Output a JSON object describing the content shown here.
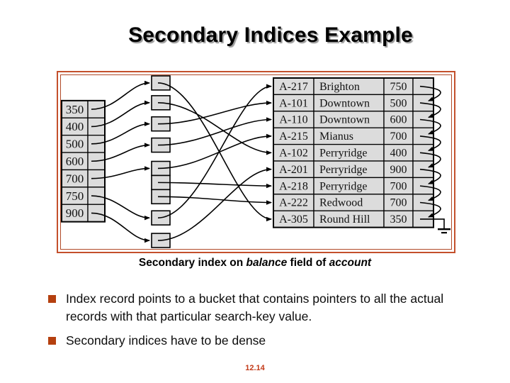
{
  "slide": {
    "title": "Secondary Indices Example",
    "caption": {
      "pre": "Secondary index on ",
      "em1": "balance",
      "mid": " field of ",
      "em2": "account"
    },
    "bullets": [
      "Index record points to a bucket that contains pointers to all the actual records with that particular search-key value.",
      "Secondary indices have to be dense"
    ],
    "slide_number": "12.14"
  },
  "colors": {
    "title": "#000000",
    "frame": "#c4502c",
    "frame-inner": "#b04a28",
    "bullet": "#b5400f",
    "footer": "#c23a18"
  },
  "diagram": {
    "index_entries": [
      "350",
      "400",
      "500",
      "600",
      "700",
      "750",
      "900"
    ],
    "buckets": [
      {
        "balance": "350",
        "targets": [
          "A-305"
        ]
      },
      {
        "balance": "400",
        "targets": [
          "A-102"
        ]
      },
      {
        "balance": "500",
        "targets": [
          "A-101"
        ]
      },
      {
        "balance": "600",
        "targets": [
          "A-110"
        ]
      },
      {
        "balance": "700",
        "targets": [
          "A-215",
          "A-218",
          "A-222"
        ]
      },
      {
        "balance": "750",
        "targets": [
          "A-217"
        ]
      },
      {
        "balance": "900",
        "targets": [
          "A-201"
        ]
      }
    ],
    "account_rows": [
      {
        "account": "A-217",
        "branch": "Brighton",
        "balance": "750"
      },
      {
        "account": "A-101",
        "branch": "Downtown",
        "balance": "500"
      },
      {
        "account": "A-110",
        "branch": "Downtown",
        "balance": "600"
      },
      {
        "account": "A-215",
        "branch": "Mianus",
        "balance": "700"
      },
      {
        "account": "A-102",
        "branch": "Perryridge",
        "balance": "400"
      },
      {
        "account": "A-201",
        "branch": "Perryridge",
        "balance": "900"
      },
      {
        "account": "A-218",
        "branch": "Perryridge",
        "balance": "700"
      },
      {
        "account": "A-222",
        "branch": "Redwood",
        "balance": "700"
      },
      {
        "account": "A-305",
        "branch": "Round Hill",
        "balance": "350"
      }
    ],
    "colors": {
      "cell_fill": "#dcdcdc",
      "stroke": "#000000",
      "text": "#111111"
    }
  }
}
